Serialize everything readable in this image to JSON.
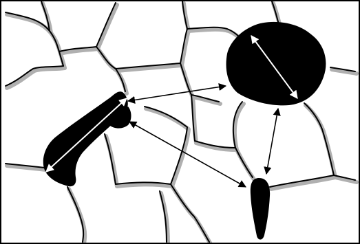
{
  "diagram": {
    "colors": {
      "background": "#ffffff",
      "frame": "#000000",
      "boundary_line": "#000000",
      "boundary_shadow": "#b0b0b0",
      "particle_fill": "#000000",
      "arrow": "#000000",
      "size_arrow": "#ffffff"
    },
    "elements": {
      "grain_boundaries": "grain-boundary-network",
      "particles": [
        "large-round-particle",
        "elongated-particle",
        "small-tail-particle",
        "teardrop-particle"
      ],
      "size_arrows": [
        "large-particle-diameter-arrow",
        "elongated-particle-length-arrow"
      ],
      "spacing_arrows": [
        "spacing-arrow-elongated-to-large",
        "spacing-arrow-large-to-teardrop",
        "spacing-arrow-elongated-to-teardrop"
      ]
    }
  }
}
